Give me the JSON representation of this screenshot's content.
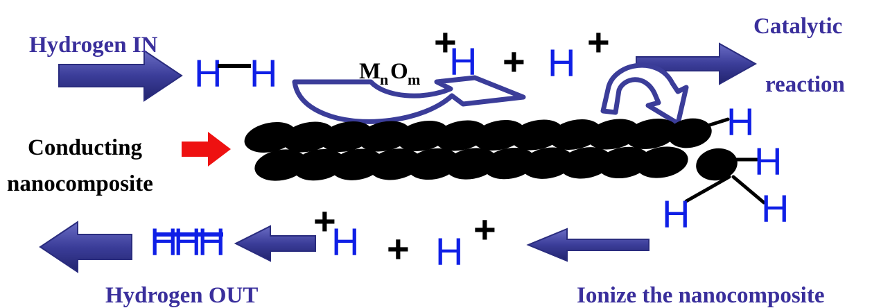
{
  "labels": {
    "hydrogen_in": "Hydrogen IN",
    "hydrogen_out": "Hydrogen OUT",
    "catalytic_line1": "Catalytic",
    "catalytic_line2": "reaction",
    "conducting_line1": "Conducting",
    "conducting_line2": "nanocomposite",
    "ionize": "Ionize the nanocomposite"
  },
  "chem": {
    "h": "H",
    "plus": "+",
    "catalyst_m": "M",
    "catalyst_n": "n",
    "catalyst_o": "O",
    "catalyst_m_sub": "m"
  },
  "colors": {
    "label_text": "#3a2f9c",
    "arrow_fill": "#3b3d99",
    "arrow_stroke": "#2a2c7e",
    "hydrogen": "#0f1fe6",
    "black": "#000000",
    "red_arrow": "#ee1111"
  }
}
